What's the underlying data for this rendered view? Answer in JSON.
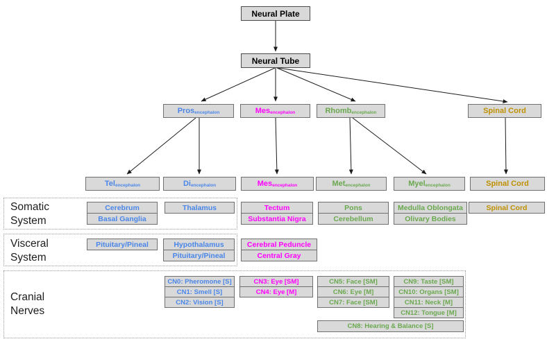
{
  "palette": {
    "blue": "#4a86e8",
    "magenta": "#ff00ff",
    "green": "#6aa84f",
    "gold": "#bf9000",
    "black": "#000000"
  },
  "nodes": {
    "neural_plate": {
      "label": "Neural Plate"
    },
    "neural_tube": {
      "label": "Neural Tube"
    },
    "pros": {
      "main": "Pros",
      "sub": "encephalon"
    },
    "mes_mid": {
      "main": "Mes",
      "sub": "encephalon"
    },
    "rhomb": {
      "main": "Rhomb",
      "sub": "encephalon"
    },
    "spinal_cord_top": {
      "label": "Spinal Cord"
    },
    "tel": {
      "main": "Tel",
      "sub": "encephalon"
    },
    "di": {
      "main": "Di",
      "sub": "encephalon"
    },
    "mes_low": {
      "main": "Mes",
      "sub": "encephalon"
    },
    "met": {
      "main": "Met",
      "sub": "encephalon"
    },
    "myel": {
      "main": "Myel",
      "sub": "encephalon"
    },
    "spinal_cord_mid": {
      "label": "Spinal Cord"
    },
    "cerebrum": {
      "label": "Cerebrum"
    },
    "basal_ganglia": {
      "label": "Basal Ganglia"
    },
    "thalamus": {
      "label": "Thalamus"
    },
    "tectum": {
      "label": "Tectum"
    },
    "substantia_nigra": {
      "label": "Substantia Nigra"
    },
    "pons": {
      "label": "Pons"
    },
    "cerebellum": {
      "label": "Cerebellum"
    },
    "medulla_oblongata": {
      "label": "Medulla Oblongata"
    },
    "olivary_bodies": {
      "label": "Olivary Bodies"
    },
    "spinal_cord_somatic": {
      "label": "Spinal Cord"
    },
    "pituitary_pineal_a": {
      "label": "Pituitary/Pineal"
    },
    "hypothalamus": {
      "label": "Hypothalamus"
    },
    "pituitary_pineal_b": {
      "label": "Pituitary/Pineal"
    },
    "cerebral_peduncle": {
      "label": "Cerebral Peduncle"
    },
    "central_gray": {
      "label": "Central Gray"
    },
    "cn0": {
      "label": "CN0: Pheromone [S]"
    },
    "cn1": {
      "label": "CN1: Smell [S]"
    },
    "cn2": {
      "label": "CN2: Vision [S]"
    },
    "cn3": {
      "label": "CN3: Eye [SM]"
    },
    "cn4": {
      "label": "CN4: Eye [M]"
    },
    "cn5": {
      "label": "CN5: Face [SM]"
    },
    "cn6": {
      "label": "CN6: Eye [M]"
    },
    "cn7": {
      "label": "CN7: Face [SM]"
    },
    "cn9": {
      "label": "CN9: Taste [SM]"
    },
    "cn10": {
      "label": "CN10: Organs [SM]"
    },
    "cn11": {
      "label": "CN11: Neck [M]"
    },
    "cn12": {
      "label": "CN12: Tongue [M]"
    },
    "cn8": {
      "label": "CN8: Hearing & Balance [S]"
    }
  },
  "sections": {
    "somatic": {
      "line1": "Somatic",
      "line2": "System"
    },
    "visceral": {
      "line1": "Visceral",
      "line2": "System"
    },
    "cranial": {
      "line1": "Cranial",
      "line2": "Nerves"
    }
  }
}
